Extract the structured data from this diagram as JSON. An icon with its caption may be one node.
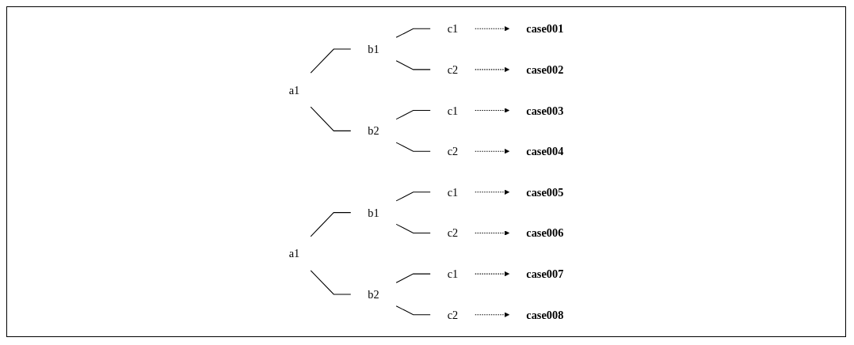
{
  "diagram": {
    "nodes": [
      {
        "text": [
          "a1"
        ]
      },
      {
        "text": [
          "b1"
        ]
      },
      {
        "text": [
          "c1"
        ]
      },
      {
        "text": [
          "case001"
        ]
      },
      {
        "text": [
          "c2"
        ]
      },
      {
        "text": [
          "case002"
        ]
      },
      {
        "text": [
          "b2"
        ]
      },
      {
        "text": [
          "c1"
        ]
      },
      {
        "text": [
          "case003"
        ]
      },
      {
        "text": [
          "c2"
        ]
      },
      {
        "text": [
          "case004"
        ]
      },
      {
        "text": [
          "a1"
        ]
      },
      {
        "text": [
          "b1"
        ]
      },
      {
        "text": [
          "c1"
        ]
      },
      {
        "text": [
          "case005"
        ]
      },
      {
        "text": [
          "c2"
        ]
      },
      {
        "text": [
          "case006"
        ]
      },
      {
        "text": [
          "b2"
        ]
      },
      {
        "text": [
          "c1"
        ]
      },
      {
        "text": [
          "case007"
        ]
      },
      {
        "text": [
          "c2"
        ]
      },
      {
        "text": [
          "case008"
        ]
      }
    ],
    "edges": [
      {
        "from": 0,
        "to": 1,
        "arrow": "none"
      },
      {
        "from": 0,
        "to": 6,
        "arrow": "none"
      },
      {
        "from": 1,
        "to": 2,
        "arrow": "none"
      },
      {
        "from": 1,
        "to": 4,
        "arrow": "none"
      },
      {
        "from": 6,
        "to": 7,
        "arrow": "none"
      },
      {
        "from": 6,
        "to": 9,
        "arrow": "none"
      },
      {
        "from": 2,
        "to": 3,
        "arrow": "to",
        "style": "dashed"
      },
      {
        "from": 4,
        "to": 5,
        "arrow": "to",
        "style": "dashed"
      },
      {
        "from": 7,
        "to": 8,
        "arrow": "to",
        "style": "dashed"
      },
      {
        "from": 9,
        "to": 10,
        "arrow": "to",
        "style": "dashed"
      },
      {
        "from": 11,
        "to": 12,
        "arrow": "none"
      },
      {
        "from": 11,
        "to": 17,
        "arrow": "none"
      },
      {
        "from": 12,
        "to": 13,
        "arrow": "none"
      },
      {
        "from": 12,
        "to": 15,
        "arrow": "none"
      },
      {
        "from": 17,
        "to": 18,
        "arrow": "none"
      },
      {
        "from": 17,
        "to": 20,
        "arrow": "none"
      },
      {
        "from": 13,
        "to": 14,
        "arrow": "to",
        "style": "dashed"
      },
      {
        "from": 15,
        "to": 16,
        "arrow": "to",
        "style": "dashed"
      },
      {
        "from": 18,
        "to": 19,
        "arrow": "to",
        "style": "dashed"
      },
      {
        "from": 20,
        "to": 21,
        "arrow": "to",
        "style": "dashed"
      }
    ]
  }
}
